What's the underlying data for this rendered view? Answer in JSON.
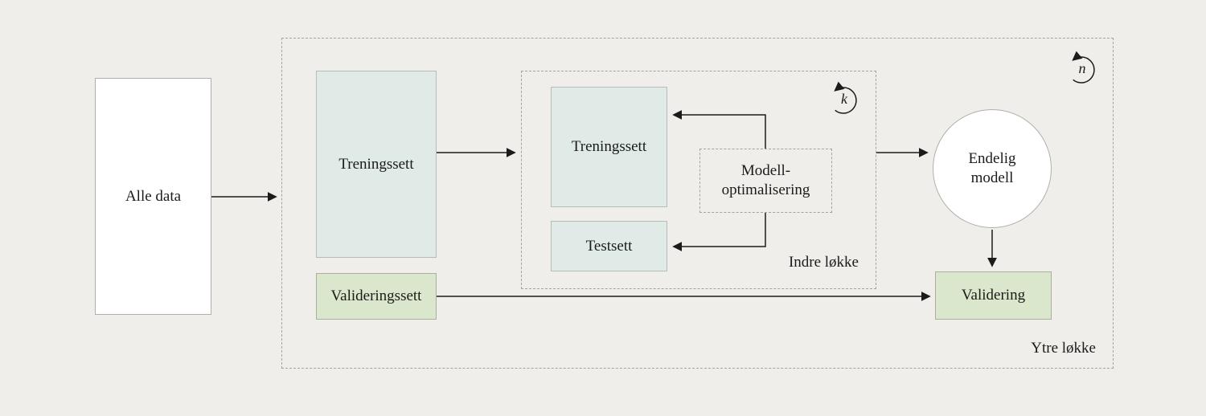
{
  "diagram_title": "nested-cross-validation-flow",
  "colors": {
    "background": "#f0eeeb",
    "teal": "#e0ebe8",
    "green": "#dbe7cc",
    "arrow": "#1b1b1b",
    "dashed_border": "#a6a39b"
  },
  "nodes": {
    "all_data": {
      "label": "Alle data"
    },
    "training_outer": {
      "label": "Treningssett"
    },
    "validation_set": {
      "label": "Valideringssett"
    },
    "training_inner": {
      "label": "Treningssett"
    },
    "test_set": {
      "label": "Testsett"
    },
    "model_optimization": {
      "line1": "Modell-",
      "line2": "optimalisering"
    },
    "final_model": {
      "line1": "Endelig",
      "line2": "modell"
    },
    "validation": {
      "label": "Validering"
    }
  },
  "loops": {
    "inner": {
      "label": "Indre løkke",
      "symbol": "k"
    },
    "outer": {
      "label": "Ytre løkke",
      "symbol": "n"
    }
  }
}
